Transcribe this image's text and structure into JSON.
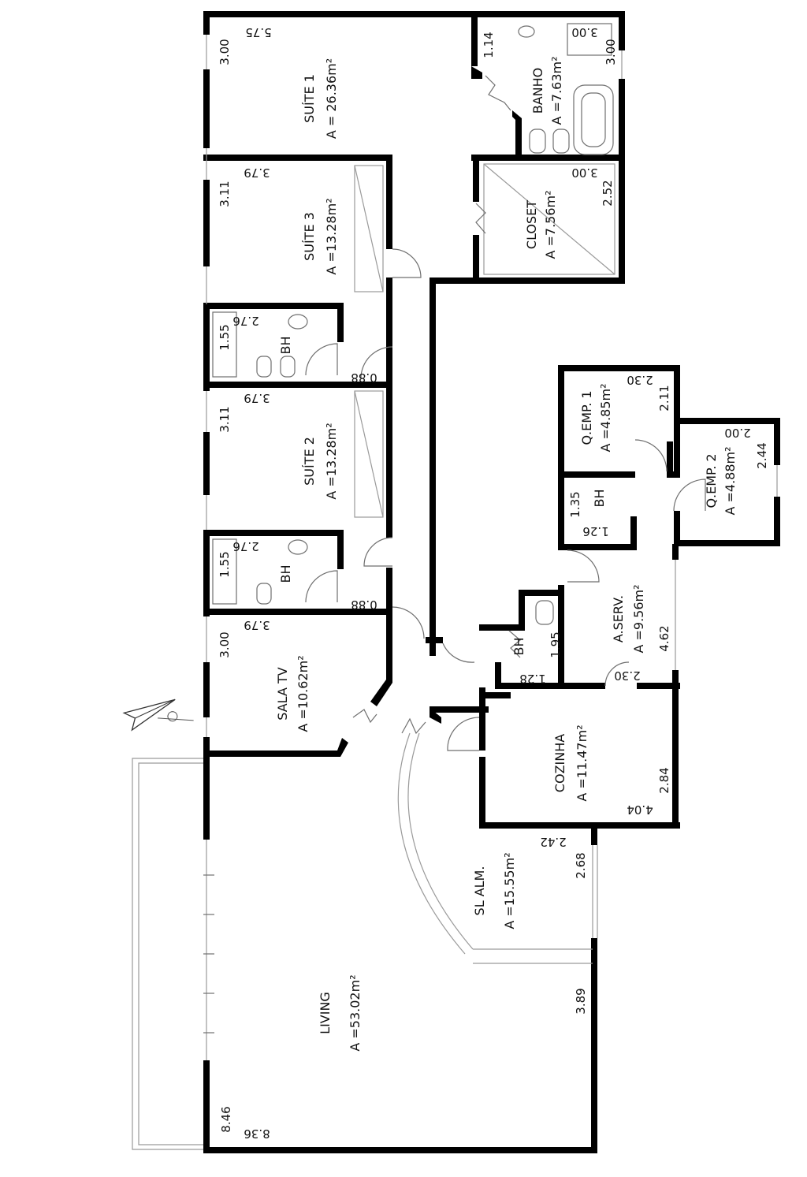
{
  "rooms": {
    "suite1": {
      "name": "SUÍTE 1",
      "area": "A = 26.36m²"
    },
    "banho": {
      "name": "BANHO",
      "area": "A =7.63m²"
    },
    "suite3": {
      "name": "SUÍTE 3",
      "area": "A =13.28m²"
    },
    "closet": {
      "name": "CLOSET",
      "area": "A =7.56m²"
    },
    "bh_top": {
      "name": "BH"
    },
    "suite2": {
      "name": "SUÍTE 2",
      "area": "A =13.28m²"
    },
    "bh_mid": {
      "name": "BH"
    },
    "sala_tv": {
      "name": "SALA TV",
      "area": "A =10.62m²"
    },
    "qemp1": {
      "name": "Q.EMP. 1",
      "area": "A =4.85m²"
    },
    "qemp2": {
      "name": "Q.EMP. 2",
      "area": "A =4.88m²"
    },
    "bh_emp": {
      "name": "BH"
    },
    "a_serv": {
      "name": "A.SERV.",
      "area": "A =9.56m²"
    },
    "bh_serv": {
      "name": "BH"
    },
    "cozinha": {
      "name": "COZINHA",
      "area": "A =11.47m²"
    },
    "sl_alm": {
      "name": "SL ALM.",
      "area": "A =15.55m²"
    },
    "living": {
      "name": "LIVING",
      "area": "A =53.02m²"
    }
  },
  "dims": {
    "s1_w": "5.75",
    "s1_h": "3.00",
    "banho_w": "3.00",
    "banho_h": "3.00",
    "banho_d": "1.14",
    "s3_w": "3.79",
    "s3_h": "3.11",
    "closet_w": "3.00",
    "closet_h": "2.52",
    "bh1_w": "2.76",
    "bh1_h": "1.55",
    "door1": "0.88",
    "s2_w": "3.79",
    "s2_h": "3.11",
    "bh2_w": "2.76",
    "bh2_h": "1.55",
    "door2": "0.88",
    "tv_w": "3.79",
    "tv_h": "3.00",
    "qe1_w": "2.30",
    "qe1_h": "2.11",
    "qe2_w": "2.00",
    "qe2_h": "2.44",
    "bhe_w": "1.26",
    "bhe_h": "1.35",
    "serv_w": "2.30",
    "serv_h": "4.62",
    "bhs_w": "1.28",
    "bhs_h": "1.95",
    "coz_w": "4.04",
    "coz_h": "2.84",
    "alm_w": "2.42",
    "alm_h": "2.68",
    "liv_h": "3.89",
    "liv_w": "8.46",
    "liv_b": "8.36"
  },
  "icons": {
    "north": "north-arrow-icon"
  }
}
